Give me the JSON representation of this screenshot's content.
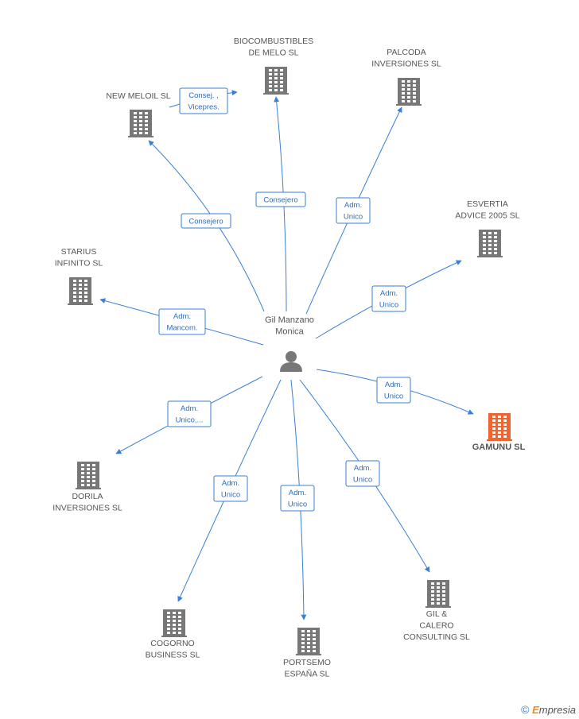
{
  "colors": {
    "edge": "#3a7fd5",
    "building": "#777777",
    "highlight": "#f06432",
    "person": "#777777"
  },
  "center": {
    "lines": [
      "Gil Manzano",
      "Monica"
    ],
    "icon": "person-icon"
  },
  "companies": [
    {
      "id": "biocombustibles",
      "lines": [
        "BIOCOMBUSTIBLES",
        "DE MELO SL"
      ],
      "highlight": false
    },
    {
      "id": "palcoda",
      "lines": [
        "PALCODA",
        "INVERSIONES SL"
      ],
      "highlight": false
    },
    {
      "id": "newmeloil",
      "lines": [
        "NEW MELOIL SL"
      ],
      "highlight": false
    },
    {
      "id": "esvertia",
      "lines": [
        "ESVERTIA",
        "ADVICE 2005 SL"
      ],
      "highlight": false
    },
    {
      "id": "starius",
      "lines": [
        "STARIUS",
        "INFINITO SL"
      ],
      "highlight": false
    },
    {
      "id": "gamunu",
      "lines": [
        "GAMUNU SL"
      ],
      "highlight": true
    },
    {
      "id": "dorila",
      "lines": [
        "DORILA",
        "INVERSIONES SL"
      ],
      "highlight": false
    },
    {
      "id": "gilcalero",
      "lines": [
        "GIL &",
        "CALERO",
        "CONSULTING SL"
      ],
      "highlight": false
    },
    {
      "id": "cogorno",
      "lines": [
        "COGORNO",
        "BUSINESS SL"
      ],
      "highlight": false
    },
    {
      "id": "portsemo",
      "lines": [
        "PORTSEMO",
        "ESPAÑA SL"
      ],
      "highlight": false
    }
  ],
  "relations": [
    {
      "to": "biocombustibles",
      "lines": [
        "Consejero"
      ]
    },
    {
      "to": "palcoda",
      "lines": [
        "Adm.",
        "Unico"
      ]
    },
    {
      "to": "newmeloil",
      "lines": [
        "Consejero"
      ]
    },
    {
      "from": "newmeloil",
      "to": "biocombustibles",
      "lines": [
        "Consej. ,",
        "Vicepres."
      ]
    },
    {
      "to": "esvertia",
      "lines": [
        "Adm.",
        "Unico"
      ]
    },
    {
      "to": "starius",
      "lines": [
        "Adm.",
        "Mancom."
      ]
    },
    {
      "to": "gamunu",
      "lines": [
        "Adm.",
        "Unico"
      ]
    },
    {
      "to": "dorila",
      "lines": [
        "Adm.",
        "Unico,..."
      ]
    },
    {
      "to": "gilcalero",
      "lines": [
        "Adm.",
        "Unico"
      ]
    },
    {
      "to": "cogorno",
      "lines": [
        "Adm.",
        "Unico"
      ]
    },
    {
      "to": "portsemo",
      "lines": [
        "Adm.",
        "Unico"
      ]
    }
  ],
  "footer": {
    "copyright": "©",
    "brand_first": "E",
    "brand_rest": "mpresia"
  }
}
